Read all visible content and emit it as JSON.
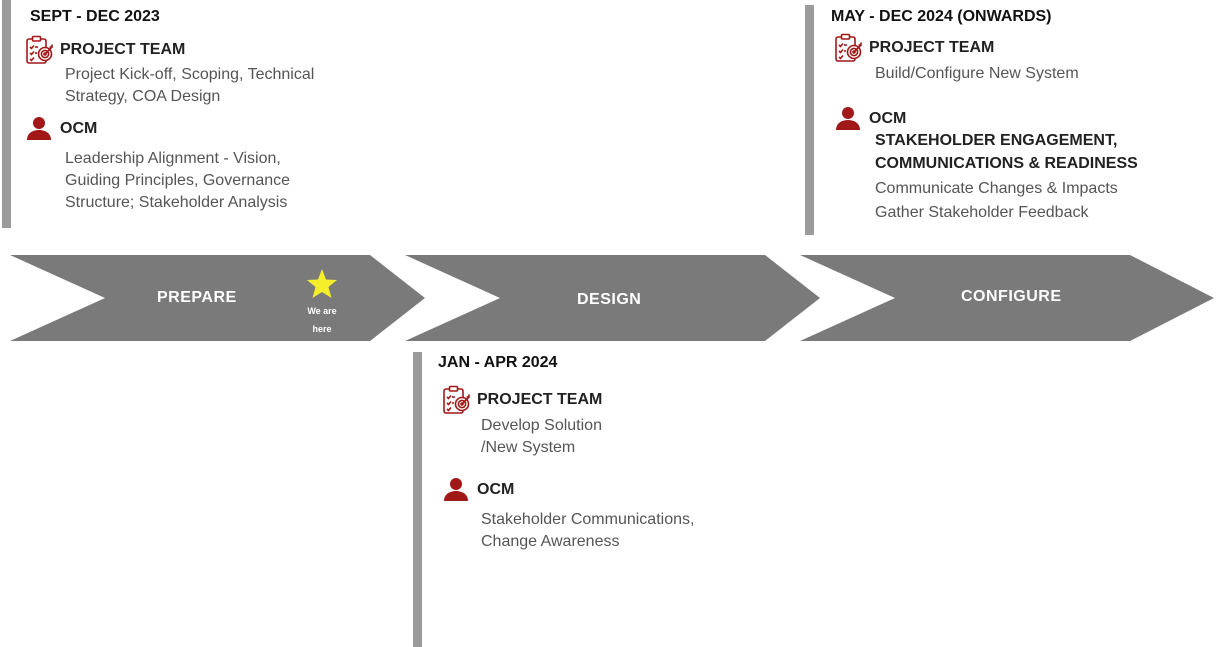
{
  "timeline": {
    "colors": {
      "chevron": "#7a7a7a",
      "divider": "#9b9b9b",
      "icon": "#a01818",
      "star": "#f5ee2a"
    },
    "phases": [
      {
        "label": "PREPARE"
      },
      {
        "label": "DESIGN"
      },
      {
        "label": "CONFIGURE"
      }
    ],
    "marker": {
      "icon": "star-icon",
      "line1": "We are",
      "line2": "here"
    }
  },
  "prepare": {
    "period": "SEPT - DEC 2023",
    "project_team": {
      "title": "PROJECT TEAM",
      "icon": "clipboard-target-icon",
      "lines": [
        "Project Kick-off, Scoping, Technical",
        "Strategy, COA Design"
      ]
    },
    "ocm": {
      "title": "OCM",
      "icon": "person-icon",
      "lines": [
        "Leadership Alignment - Vision,",
        "Guiding Principles, Governance",
        "Structure; Stakeholder Analysis"
      ]
    }
  },
  "design": {
    "period": "JAN - APR 2024",
    "project_team": {
      "title": "PROJECT TEAM",
      "icon": "clipboard-target-icon",
      "lines": [
        "Develop Solution",
        "/New System"
      ]
    },
    "ocm": {
      "title": "OCM",
      "icon": "person-icon",
      "lines": [
        "Stakeholder Communications,",
        "Change Awareness"
      ]
    }
  },
  "configure": {
    "period": "MAY - DEC 2024 (ONWARDS)",
    "project_team": {
      "title": "PROJECT TEAM",
      "icon": "clipboard-target-icon",
      "lines": [
        "Build/Configure New System"
      ]
    },
    "ocm": {
      "title": "OCM",
      "icon": "person-icon",
      "subtitle_lines": [
        "STAKEHOLDER ENGAGEMENT,",
        "COMMUNICATIONS & READINESS"
      ],
      "lines": [
        "Communicate Changes & Impacts",
        "Gather Stakeholder Feedback"
      ]
    }
  }
}
